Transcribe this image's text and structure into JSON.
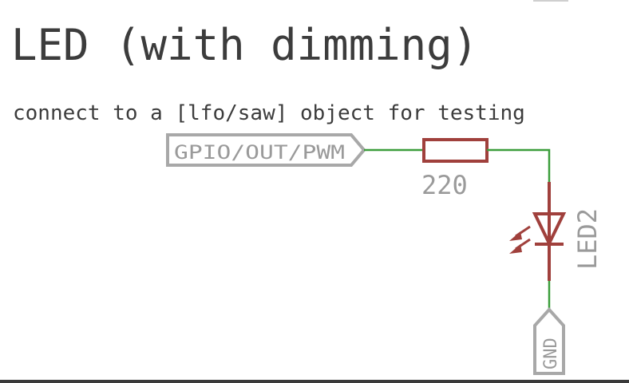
{
  "title": "LED (with dimming)",
  "subtitle": "connect to a [lfo/saw] object for testing",
  "input_port": {
    "label": "GPIO/OUT/PWM"
  },
  "resistor": {
    "value": "220"
  },
  "led": {
    "designator": "LED2"
  },
  "ground_port": {
    "label": "GND"
  },
  "colors": {
    "wire": "#3c9e3c",
    "component": "#a0403c",
    "port": "#a8a8a8",
    "text": "#3c3c3c"
  }
}
